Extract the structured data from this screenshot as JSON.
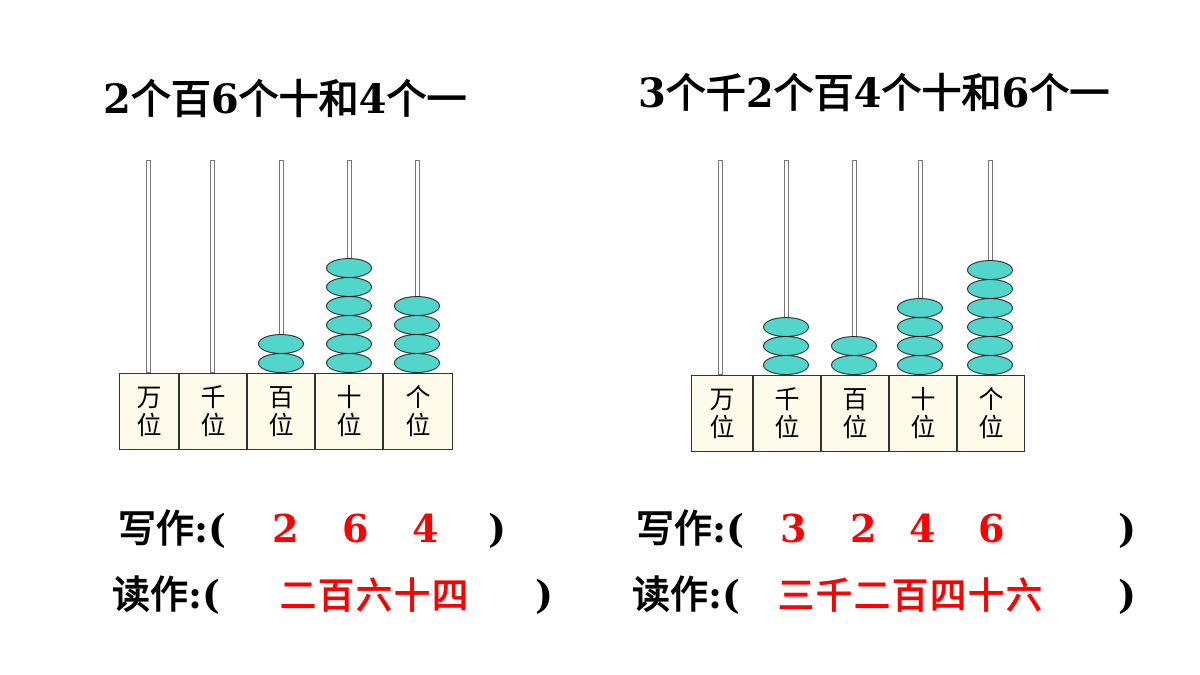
{
  "left": {
    "title": "2个百6个十和4个一",
    "columns": [
      {
        "label": [
          "万",
          "位"
        ],
        "beads": 0
      },
      {
        "label": [
          "千",
          "位"
        ],
        "beads": 0
      },
      {
        "label": [
          "百",
          "位"
        ],
        "beads": 2
      },
      {
        "label": [
          "十",
          "位"
        ],
        "beads": 6
      },
      {
        "label": [
          "个",
          "位"
        ],
        "beads": 4
      }
    ],
    "write_label": "写作:(",
    "write_digits": [
      "2",
      "6",
      "4"
    ],
    "read_label": "读作:(",
    "read_text": "二百六十四",
    "close_paren": ")"
  },
  "right": {
    "title": "3个千2个百4个十和6个一",
    "columns": [
      {
        "label": [
          "万",
          "位"
        ],
        "beads": 0
      },
      {
        "label": [
          "千",
          "位"
        ],
        "beads": 3
      },
      {
        "label": [
          "百",
          "位"
        ],
        "beads": 2
      },
      {
        "label": [
          "十",
          "位"
        ],
        "beads": 4
      },
      {
        "label": [
          "个",
          "位"
        ],
        "beads": 6
      }
    ],
    "write_label": "写作:(",
    "write_digits": [
      "3",
      "2",
      "4",
      "6"
    ],
    "read_label": "读作:(",
    "read_text": "三千二百四十六",
    "close_paren": ")"
  },
  "colors": {
    "bead": "#52d5cb",
    "answer": "#ff0000",
    "cell": "#fffbea"
  }
}
